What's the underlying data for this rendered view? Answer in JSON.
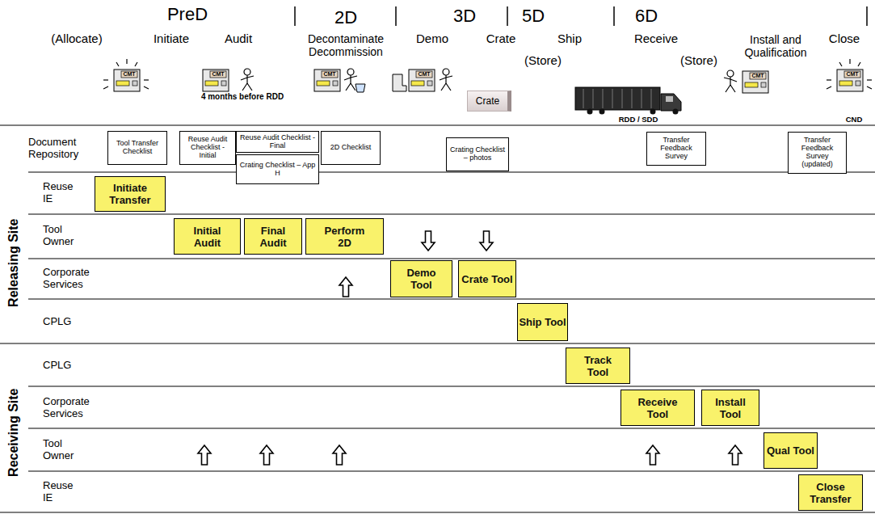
{
  "diagram": {
    "nodes": [
      {
        "text": [
          "Crate"
        ]
      },
      {
        "text": [
          "Tool Transfer Checklist"
        ]
      },
      {
        "text": [
          "Reuse Audit Checklist - Initial"
        ]
      },
      {
        "text": [
          "Reuse Audit Checklist - Final"
        ]
      },
      {
        "text": [
          "Crating Checklist – App H"
        ]
      },
      {
        "text": [
          "2D Checklist"
        ]
      },
      {
        "text": [
          "Crating Checklist – photos"
        ]
      },
      {
        "text": [
          "Transfer Feedback Survey"
        ]
      },
      {
        "text": [
          "Transfer Feedback Survey (updated)"
        ]
      },
      {
        "text": [
          "Initiate Transfer"
        ]
      },
      {
        "text": [
          "Initial Audit"
        ]
      },
      {
        "text": [
          "Final Audit"
        ]
      },
      {
        "text": [
          "Perform 2D"
        ]
      },
      {
        "text": [
          "Demo Tool"
        ]
      },
      {
        "text": [
          "Crate Tool"
        ]
      },
      {
        "text": [
          "Ship Tool"
        ]
      },
      {
        "text": [
          "Track Tool"
        ]
      },
      {
        "text": [
          "Receive Tool"
        ]
      },
      {
        "text": [
          "Install Tool"
        ]
      },
      {
        "text": [
          "Qual Tool"
        ]
      },
      {
        "text": [
          "Close Transfer"
        ]
      }
    ],
    "labels": [
      "PreD",
      "2D",
      "3D",
      "5D",
      "6D",
      "(Allocate)",
      "Initiate",
      "Audit",
      "Decontaminate Decommission",
      "Demo",
      "Crate",
      "Ship",
      "(Store)",
      "Receive",
      "(Store)",
      "Install and Qualification",
      "Close",
      "CMT",
      "CMT",
      "CMT",
      "CMT",
      "CMT",
      "CMT",
      "4 months before RDD",
      "RDD / SDD",
      "CND",
      "Document Repository",
      "Reuse IE",
      "Tool Owner",
      "Corporate Services",
      "CPLG",
      "CPLG",
      "Corporate Services",
      "Tool Owner",
      "Reuse IE",
      "Releasing Site",
      "Receiving Site"
    ]
  }
}
